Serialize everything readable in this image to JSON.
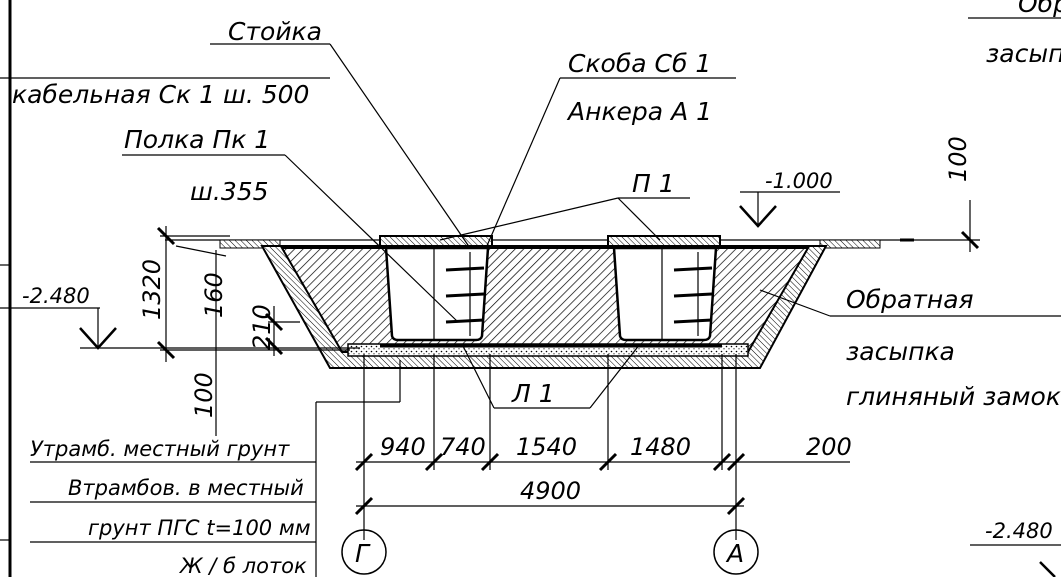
{
  "labels": {
    "stoyka_1": "Стойка",
    "stoyka_2": "кабельная Ск 1 ш. 500",
    "polka_1": "Полка Пк 1",
    "polka_2": "ш.355",
    "skoba": "Скоба Сб 1",
    "ankera": "Анкера А 1",
    "p1": "П 1",
    "l1": "Л 1",
    "backfill_1": "Обратная",
    "backfill_2": "засыпка",
    "backfill_3": "глиняный замок",
    "top_right_1": "Обр",
    "top_right_2": "засып",
    "note_1": "Утрамб. местный грунт",
    "note_2": "Втрамбов. в местный",
    "note_3": "грунт ПГС  t=100 мм",
    "note_4": "Ж / б лоток"
  },
  "levels": {
    "top": "-1.000",
    "bottom_left": "-2.480",
    "bottom_right": "-2.480"
  },
  "dimensions": {
    "horizontal": [
      "940",
      "740",
      "1540",
      "1480",
      "200"
    ],
    "total": "4900",
    "vertical": [
      "1320",
      "160",
      "210",
      "100",
      "100"
    ]
  },
  "axes": [
    "Г",
    "А"
  ]
}
